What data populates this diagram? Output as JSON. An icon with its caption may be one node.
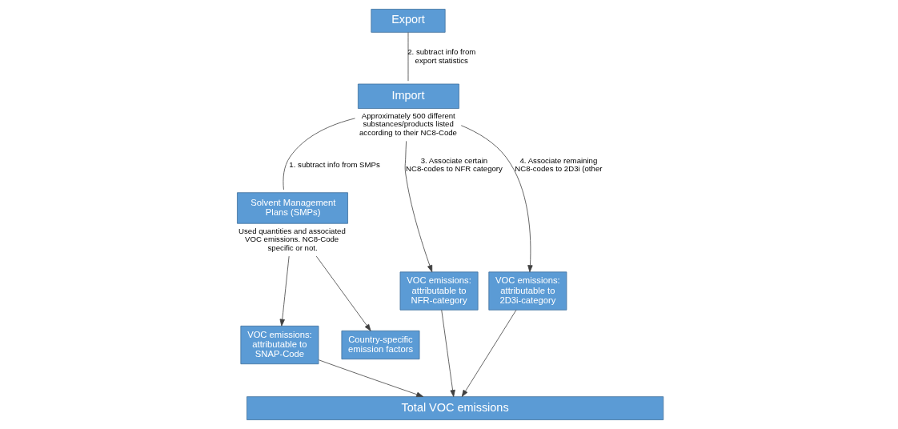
{
  "diagram": {
    "nodes": [
      {
        "text": [
          "Import"
        ],
        "beside": [
          "Approximately 500 different substances/products listed according to their NC8-Code"
        ]
      },
      {
        "text": [
          "Export"
        ]
      },
      {
        "text": [
          "Solvent Management Plans (SMPs)"
        ],
        "beside": [
          "Used quantities and associated VOC emissions. NC8-Code specific or not."
        ]
      },
      {
        "text": [
          "VOC emissions: attributable to NFR-category"
        ]
      },
      {
        "text": [
          "VOC emissions: attributable to 2D3i-category"
        ]
      },
      {
        "text": [
          "VOC emissions: attributable to SNAP-Code"
        ]
      },
      {
        "text": [
          "Country-specific emission factors"
        ]
      },
      {
        "text": [
          "Total VOC emissions"
        ]
      }
    ],
    "edges": [
      {
        "from": 0,
        "to": 2,
        "arrow": "none",
        "label": "1. subtract info from SMPs"
      },
      {
        "from": 1,
        "to": 0,
        "arrow": "none",
        "label": "2. subtract info from export statistics"
      },
      {
        "from": 0,
        "to": 3,
        "arrow": "to",
        "label": "3. Associate certain NC8-codes to NFR category"
      },
      {
        "from": 0,
        "to": 4,
        "arrow": "to",
        "label": "4. Associate remaining NC8-codes to 2D3i (other"
      },
      {
        "from": 2,
        "to": 5,
        "arrow": "to"
      },
      {
        "from": 2,
        "to": 6,
        "arrow": "to"
      },
      {
        "from": 5,
        "to": 7,
        "arrow": "to"
      },
      {
        "from": 3,
        "to": 7,
        "arrow": "to"
      },
      {
        "from": 4,
        "to": 7,
        "arrow": "to"
      }
    ]
  }
}
